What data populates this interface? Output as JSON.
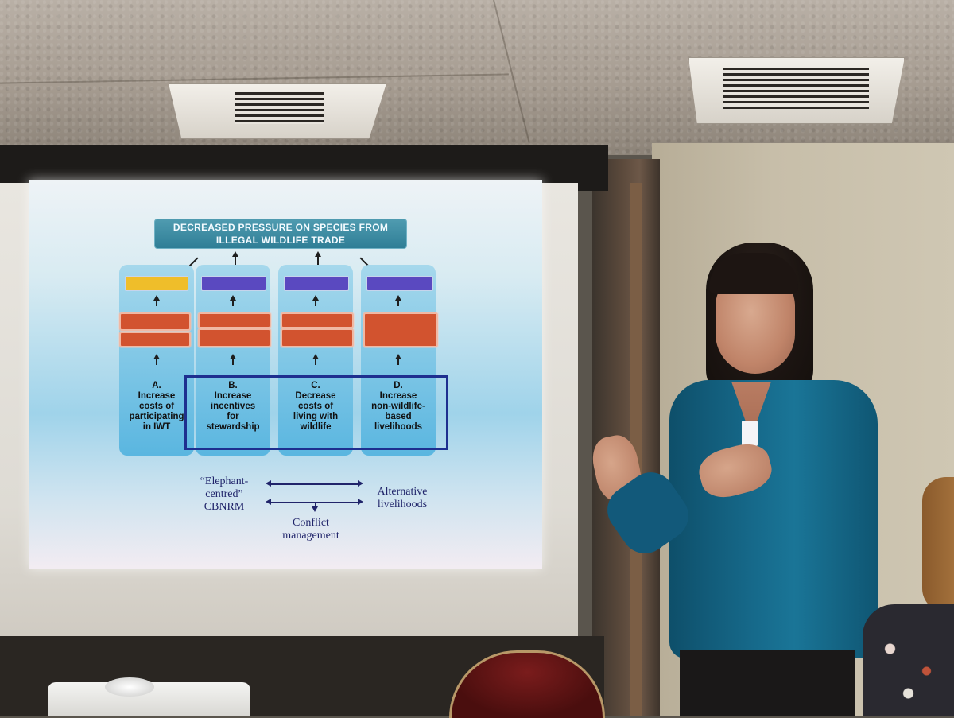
{
  "slide": {
    "top_box": {
      "line1": "DECREASED PRESSURE ON SPECIES FROM",
      "line2": "ILLEGAL WILDLIFE TRADE"
    },
    "columns": [
      {
        "letter": "A.",
        "lines": [
          "Increase",
          "costs of",
          "participating",
          "in IWT"
        ],
        "outcome_color": "#efbe2a"
      },
      {
        "letter": "B.",
        "lines": [
          "Increase",
          "incentives",
          "for",
          "stewardship"
        ],
        "outcome_color": "#5a49c0"
      },
      {
        "letter": "C.",
        "lines": [
          "Decrease",
          "costs of",
          "living with",
          "wildlife"
        ],
        "outcome_color": "#5a49c0"
      },
      {
        "letter": "D.",
        "lines": [
          "Increase",
          "non-wildlife-",
          "based",
          "livelihoods"
        ],
        "outcome_color": "#5a49c0"
      }
    ],
    "captions": {
      "left_line1": "“Elephant-",
      "left_line2": "centred”",
      "left_line3": "CBNRM",
      "right_line1": "Alternative",
      "right_line2": "livelihoods",
      "bottom_line1": "Conflict",
      "bottom_line2": "management"
    }
  }
}
